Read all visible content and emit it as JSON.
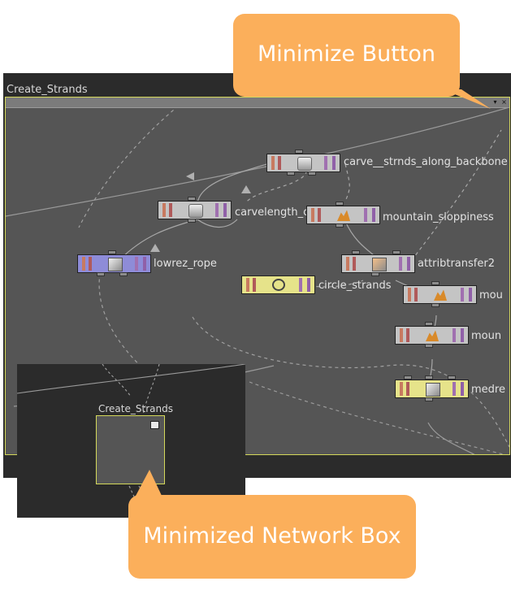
{
  "network_box": {
    "title": "Create_Strands",
    "minimize_glyph": "▾",
    "close_glyph": "×",
    "border_color": "#d4d85a"
  },
  "nodes": [
    {
      "label": "carve__strnds_along_backbone",
      "icon": "carve-icon"
    },
    {
      "label": "carvelength_of_strands",
      "icon": "carve-icon"
    },
    {
      "label": "mountain_sloppiness",
      "icon": "mountain-icon"
    },
    {
      "label": "lowrez_rope",
      "icon": "box-icon"
    },
    {
      "label": "attribtransfer2",
      "icon": "attribtransfer-icon"
    },
    {
      "label": "circle_strands",
      "icon": "circle-icon"
    },
    {
      "label": "mou",
      "icon": "mountain-icon"
    },
    {
      "label": "moun",
      "icon": "mountain-icon"
    },
    {
      "label": "medre",
      "icon": "box-icon"
    }
  ],
  "minimized_box": {
    "title": "Create_Strands"
  },
  "callouts": {
    "minimize_button": "Minimize Button",
    "minimized_network_box": "Minimized Network Box"
  },
  "colors": {
    "callout": "#fbaf5b",
    "node_gray": "#c4c4c4",
    "node_yellow": "#e6e38a",
    "node_blue": "#8e8cd8"
  }
}
